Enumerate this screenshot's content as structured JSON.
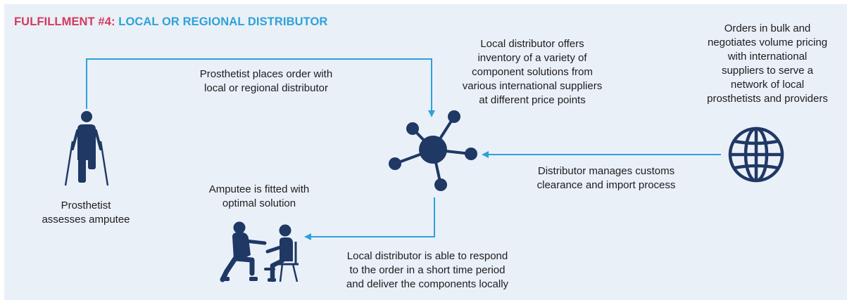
{
  "title": {
    "prefix": "FULFILLMENT #4:",
    "main": "LOCAL OR REGIONAL DISTRIBUTOR"
  },
  "colors": {
    "prefix": "#d23a5c",
    "heading": "#2da2d8",
    "arrow": "#2da2d8",
    "icon": "#1f3864",
    "background": "#eaf0f8"
  },
  "nodes": {
    "prosthetist_assesses": {
      "icon": "amputee-with-crutches-icon",
      "label_line1": "Prosthetist",
      "label_line2": "assesses amputee"
    },
    "distributor": {
      "icon": "network-hub-icon",
      "label_line1": "Local distributor offers",
      "label_line2": "inventory of a variety of",
      "label_line3": "component solutions from",
      "label_line4": "various international suppliers",
      "label_line5": "at different price points"
    },
    "global_suppliers": {
      "icon": "globe-icon",
      "label_line1": "Orders in bulk and",
      "label_line2": "negotiates volume pricing",
      "label_line3": "with international",
      "label_line4": "suppliers to serve a",
      "label_line5": "network of local",
      "label_line6": "prosthetists and providers"
    },
    "fitting": {
      "icon": "prosthetist-fitting-patient-icon",
      "label_line1": "Amputee is fitted with",
      "label_line2": "optimal solution"
    }
  },
  "edges": {
    "order": {
      "label_line1": "Prosthetist places order with",
      "label_line2": "local or regional distributor"
    },
    "customs": {
      "label_line1": "Distributor manages customs",
      "label_line2": "clearance and import process"
    },
    "delivery": {
      "label_line1": "Local distributor is able to respond",
      "label_line2": "to the order in a short time period",
      "label_line3": "and deliver the components locally"
    }
  }
}
